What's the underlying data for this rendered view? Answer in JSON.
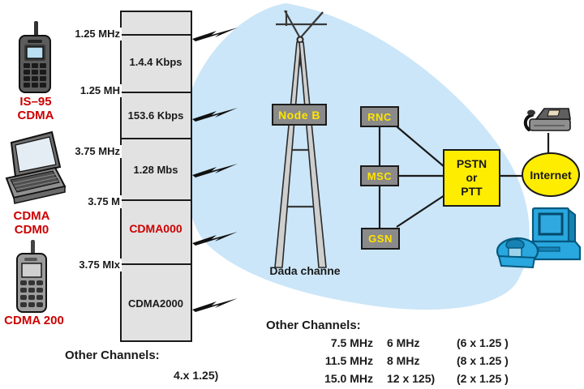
{
  "colors": {
    "background_blob": "#cbe6f8",
    "bar_fill": "#e2e2e2",
    "node_box_fill": "#8a8a8a",
    "node_box_text": "#ffe400",
    "yellow_fill": "#ffed00",
    "red_text": "#cc0000",
    "device_blue": "#29a7df"
  },
  "devices": {
    "phone1": {
      "label_line1": "IS–95",
      "label_line2": "CDMA"
    },
    "laptop": {
      "label_line1": "CDMA",
      "label_line2": "CDM0"
    },
    "phone2": {
      "label_line1": "CDMA 200"
    }
  },
  "spectrum_bar": {
    "ticks": [
      "1.25 MHz",
      "1.25 MH",
      "3.75 MHz",
      "3.75 M",
      "3.75 MIx"
    ],
    "sections": [
      "1.4.4 Kbps",
      "153.6 Kbps",
      "1.28 Mbs",
      "CDMA000",
      "CDMA2000"
    ],
    "footer_heading": "Other Channels:",
    "footer_value": "4.x 1.25)"
  },
  "tower": {
    "label": "Node B",
    "caption": "Dada channe"
  },
  "core_nodes": {
    "rnc": "RNC",
    "msc": "MSC",
    "gsn": "GSN"
  },
  "pstn": {
    "line1": "PSTN",
    "line2": "or",
    "line3": "PTT"
  },
  "internet_label": "Internet",
  "channels_table": {
    "heading": "Other Channels:",
    "rows": [
      [
        "7.5 MHz",
        "6 MHz",
        "(6 x 1.25 )"
      ],
      [
        "11.5 MHz",
        "8 MHz",
        "(8 x 1.25 )"
      ],
      [
        "15.0 MHz",
        "12 x 125)",
        "(2 x 1.25 )"
      ]
    ]
  }
}
